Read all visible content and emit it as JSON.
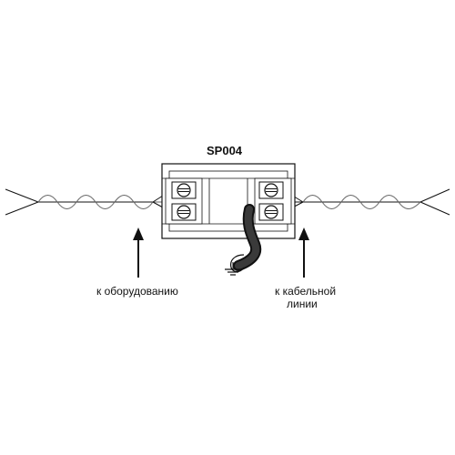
{
  "diagram": {
    "device_label": "SP004",
    "left_label": "к оборудованию",
    "right_label_line1": "к кабельной",
    "right_label_line2": "линии"
  },
  "colors": {
    "stroke": "#111111",
    "cable_fill": "#2a2a2a",
    "wire_wave": "#666666"
  }
}
